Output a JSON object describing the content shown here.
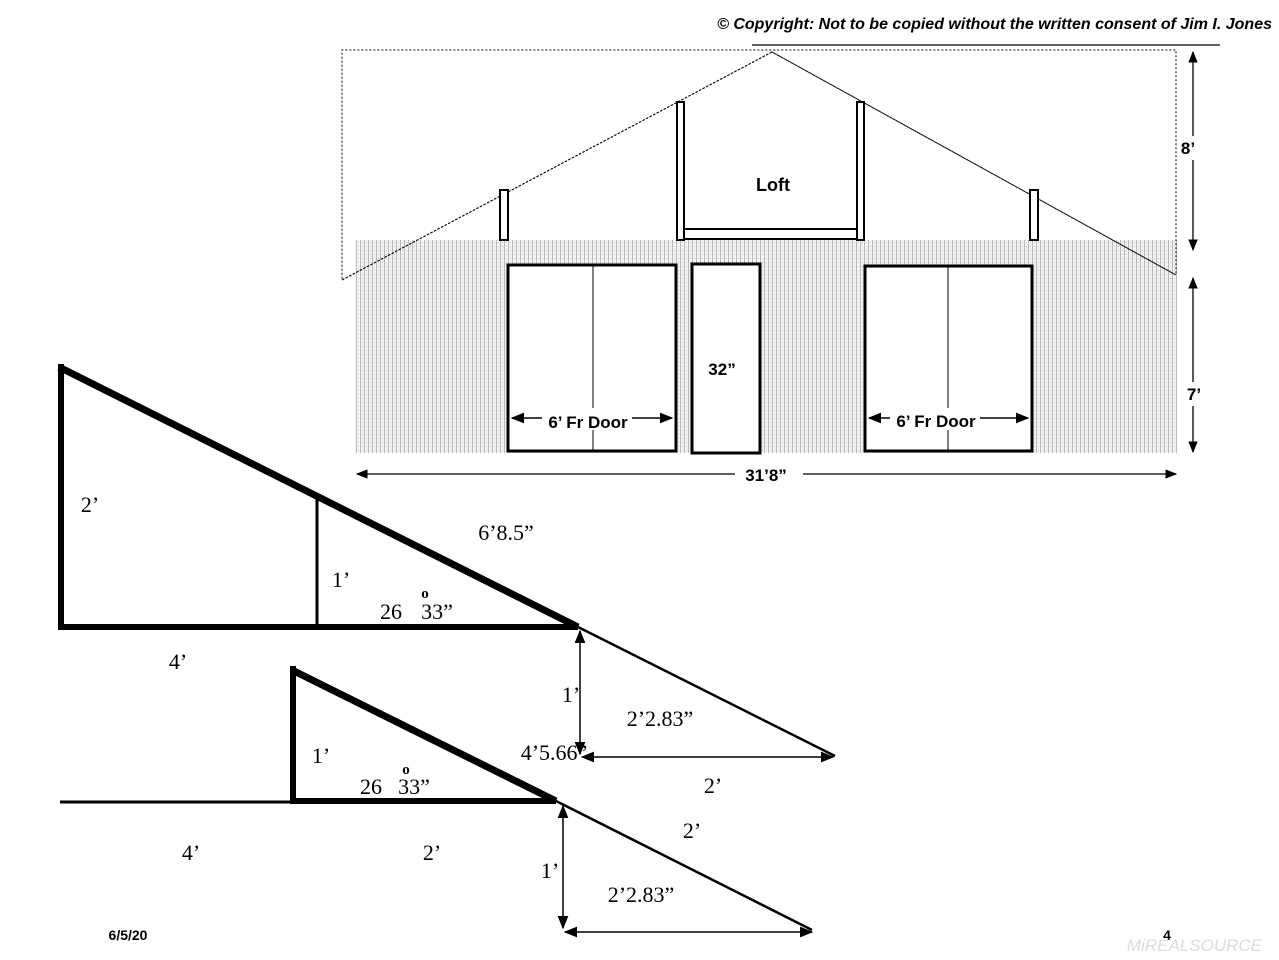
{
  "copyright": "© Copyright: Not to be copied without the written consent of Jim I. Jones",
  "elevation": {
    "loft": "Loft",
    "door_left": "6’ Fr Door",
    "door_right": "6’ Fr Door",
    "door_center": "32”",
    "width": "31’8”",
    "roof_height": "8’",
    "wall_height": "7’"
  },
  "truss_upper": {
    "height": "2’",
    "slope_length": "6’8.5”",
    "post_height": "1’",
    "angle": "26",
    "angle_degree": "o",
    "angle_minutes": "33”",
    "base": "4’"
  },
  "overhang_upper": {
    "drop": "1’",
    "slope_length": "2’2.83”",
    "run": "4’5.66”",
    "horizontal": "2’"
  },
  "truss_lower": {
    "height": "1’",
    "angle": "26",
    "angle_degree": "o",
    "angle_minutes": "33”",
    "left_base": "4’",
    "base": "2’"
  },
  "overhang_lower": {
    "slope": "2’",
    "drop": "1’",
    "slope_length": "2’2.83”"
  },
  "footer": {
    "date": "6/5/20",
    "page_number": "4",
    "watermark": "MiREALSOURCE"
  }
}
